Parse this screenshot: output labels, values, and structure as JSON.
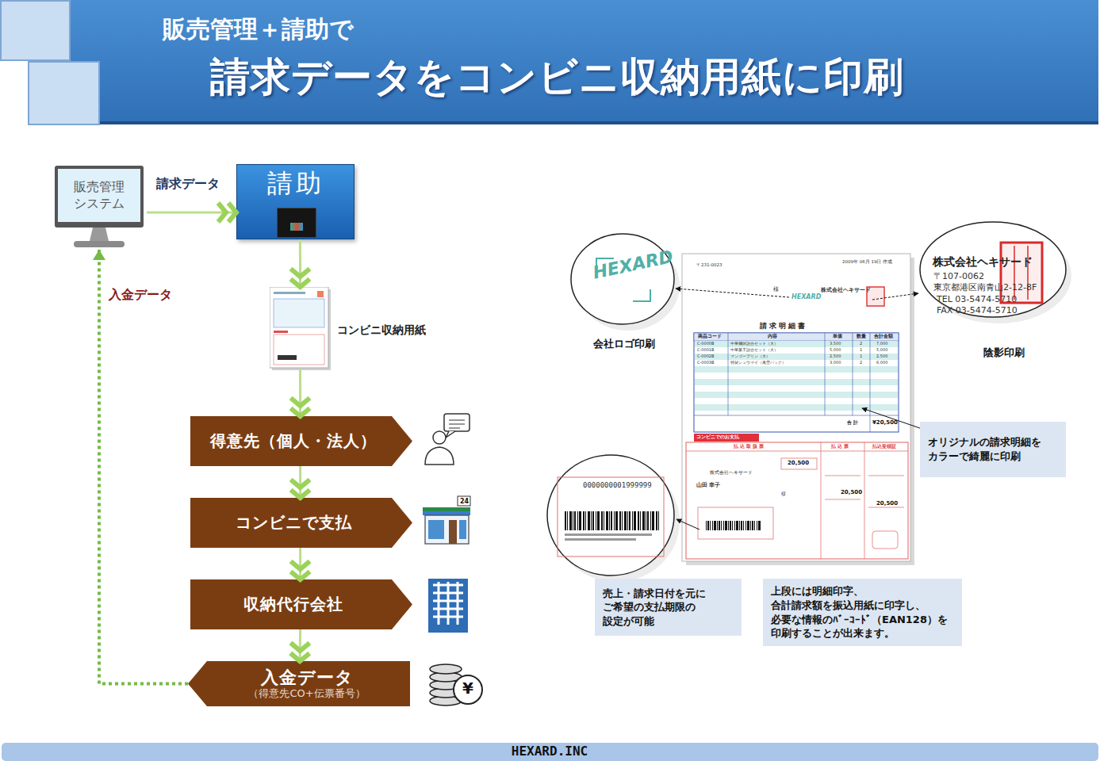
{
  "diagram": {
    "title": "請求データをコンビニ収納用紙に印刷",
    "nodes": [
      {
        "text": [
          "販売管理 システム"
        ]
      },
      {
        "text": [
          "請助"
        ]
      },
      {
        "text": [
          "コンビニ収納用紙"
        ]
      },
      {
        "text": [
          "得意先（個人・法人）"
        ]
      },
      {
        "text": [
          "コンビニで支払"
        ]
      },
      {
        "text": [
          "収納代行会社"
        ]
      },
      {
        "text": [
          "入金データ",
          "（得意先CO+伝票番号）"
        ]
      },
      {
        "text": [
          "オリジナルの請求明細を カラーで綺麗に印刷"
        ]
      },
      {
        "text": [
          "売上・請求日付を元に ご希望の支払期限の 設定が可能"
        ]
      },
      {
        "text": [
          "上段には明細印字、 合計請求額を振込用紙に印字し、 必要な情報のﾊﾞｰｺｰﾄﾞ（EAN128）を 印刷することが出来ます。"
        ]
      }
    ],
    "edges": [
      {
        "from": 0,
        "to": 1,
        "label": "請求データ",
        "arrow": "to"
      },
      {
        "from": 1,
        "to": 2,
        "arrow": "to"
      },
      {
        "from": 2,
        "to": 3,
        "arrow": "to"
      },
      {
        "from": 3,
        "to": 4,
        "arrow": "to"
      },
      {
        "from": 4,
        "to": 5,
        "arrow": "to"
      },
      {
        "from": 5,
        "to": 6,
        "arrow": "to"
      },
      {
        "from": 6,
        "to": 0,
        "label": "入金データ",
        "arrow": "to"
      }
    ],
    "labels": [
      "販売管理＋請助で",
      "24",
      "¥",
      "HEXARD",
      "会社ロゴ印刷",
      "株式会社ヘキサード",
      "〒107-0062",
      "東京都港区南青山2-12-8F",
      "TEL 03-5474-5710",
      "FAX 03-5474-5710",
      "陰影印刷",
      "0000000001999999",
      "2009年 06月 19日 作成",
      "〒231-0023",
      "様",
      "HEXARD",
      "株式会社ヘキサード",
      "請 求 明 細 書",
      "商品コード",
      "内容",
      "単価",
      "数量",
      "合計金額",
      "C-0000B",
      "中華麺鉢詰合セット（大）",
      "3,500",
      "2",
      "7,000",
      "C-0001B",
      "中華菓子詰合セット（大）",
      "5,000",
      "1",
      "5,000",
      "C-0002B",
      "マンゴープリン（大）",
      "2,500",
      "1",
      "2,500",
      "C-0003B",
      "特製シュウマイ（真空パック）",
      "3,000",
      "2",
      "6,000",
      "合 計",
      "¥20,500",
      "コンビニでのお支払",
      "払 込 取 扱 票",
      "払 込 票",
      "払込受領証",
      "株式会社ヘキサード",
      "山田 幸子",
      "様",
      "20,500",
      "20,500",
      "20,500",
      "HEXARD.INC"
    ]
  }
}
